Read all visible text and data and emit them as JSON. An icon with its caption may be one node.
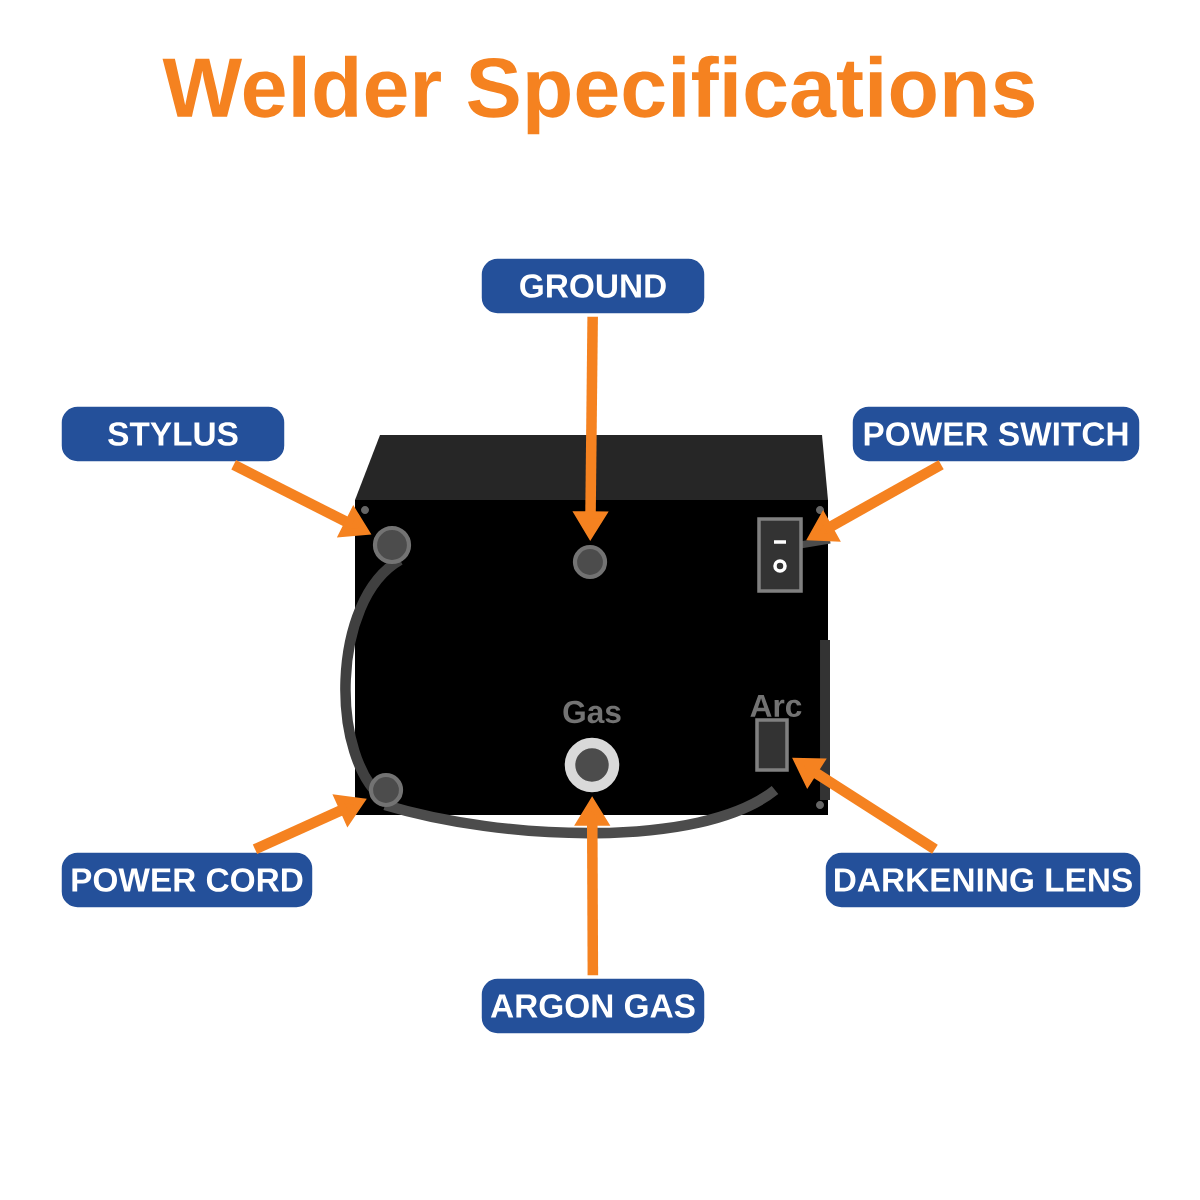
{
  "diagram": {
    "title": "Welder Specifications",
    "nodes": [
      {
        "text": [
          "GROUND"
        ]
      },
      {
        "text": [
          "STYLUS"
        ]
      },
      {
        "text": [
          "POWER SWITCH"
        ]
      },
      {
        "text": [
          "POWER CORD"
        ]
      },
      {
        "text": [
          "DARKENING LENS"
        ]
      },
      {
        "text": [
          "ARGON GAS"
        ]
      },
      {
        "text": [],
        "shape": "circle"
      },
      {
        "text": [],
        "shape": "circle"
      },
      {
        "text": [],
        "shape": "box"
      },
      {
        "text": [],
        "shape": "circle"
      },
      {
        "text": [],
        "shape": "circle"
      },
      {
        "text": [],
        "shape": "box"
      }
    ],
    "edges": [
      {
        "from": 0,
        "to": 7,
        "arrow": "to"
      },
      {
        "from": 1,
        "to": 6,
        "arrow": "to"
      },
      {
        "from": 2,
        "to": 8,
        "arrow": "to"
      },
      {
        "from": 3,
        "to": 9,
        "arrow": "to"
      },
      {
        "from": 4,
        "to": 11,
        "arrow": "to"
      },
      {
        "from": 5,
        "to": 10,
        "arrow": "to"
      }
    ],
    "labels": [
      "Gas",
      "Arc"
    ]
  }
}
